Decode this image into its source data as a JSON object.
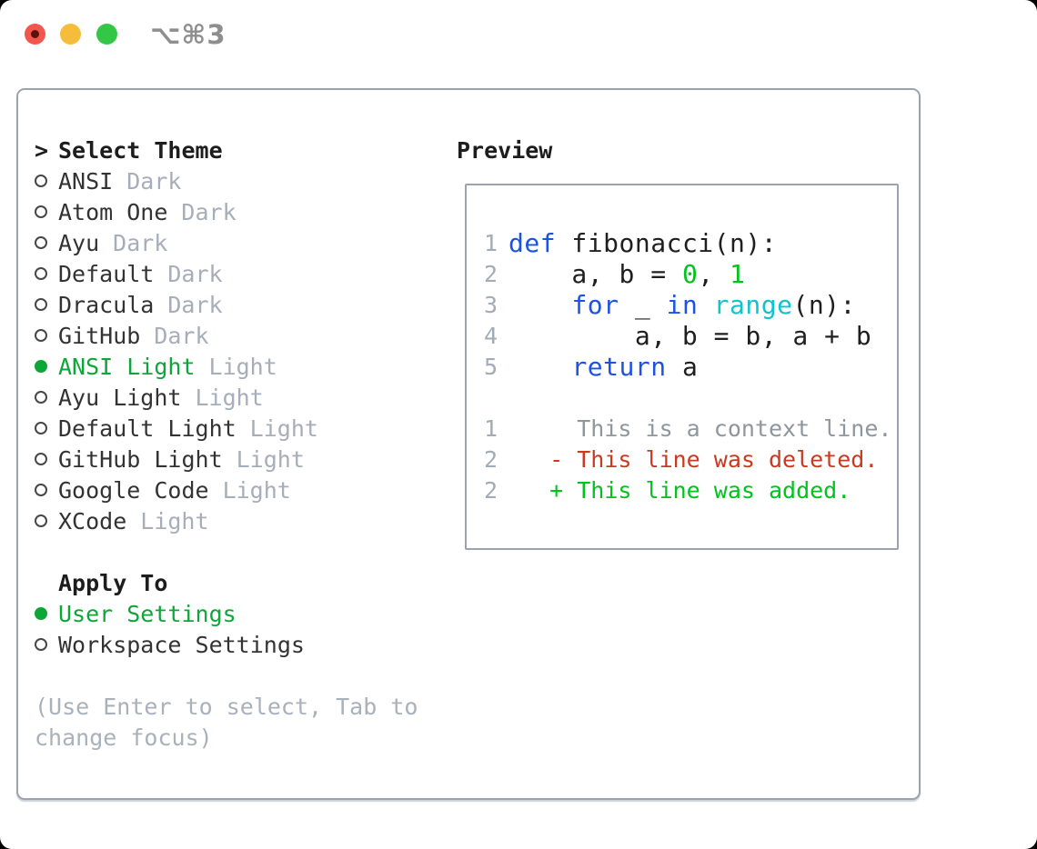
{
  "window": {
    "shortcut": "⌥⌘3",
    "controls": [
      "close",
      "minimize",
      "zoom"
    ]
  },
  "theme_panel": {
    "header": {
      "marker": ">",
      "label": "Select Theme"
    },
    "items": [
      {
        "name": "ANSI",
        "variant": "Dark",
        "selected": false
      },
      {
        "name": "Atom One",
        "variant": "Dark",
        "selected": false
      },
      {
        "name": "Ayu",
        "variant": "Dark",
        "selected": false
      },
      {
        "name": "Default",
        "variant": "Dark",
        "selected": false
      },
      {
        "name": "Dracula",
        "variant": "Dark",
        "selected": false
      },
      {
        "name": "GitHub",
        "variant": "Dark",
        "selected": false
      },
      {
        "name": "ANSI Light",
        "variant": "Light",
        "selected": true
      },
      {
        "name": "Ayu Light",
        "variant": "Light",
        "selected": false
      },
      {
        "name": "Default Light",
        "variant": "Light",
        "selected": false
      },
      {
        "name": "GitHub Light",
        "variant": "Light",
        "selected": false
      },
      {
        "name": "Google Code",
        "variant": "Light",
        "selected": false
      },
      {
        "name": "XCode",
        "variant": "Light",
        "selected": false
      }
    ],
    "apply_to": {
      "label": "Apply To",
      "options": [
        {
          "label": "User Settings",
          "selected": true
        },
        {
          "label": "Workspace Settings",
          "selected": false
        }
      ]
    },
    "help": {
      "line1": "(Use Enter to select, Tab to",
      "line2": "change focus)"
    }
  },
  "preview_panel": {
    "label": "Preview",
    "code": [
      {
        "num": "1",
        "tokens": [
          {
            "t": "def",
            "c": "kw"
          },
          {
            "t": " fibonacci(n):",
            "c": "pl"
          }
        ]
      },
      {
        "num": "2",
        "tokens": [
          {
            "t": "    a, b = ",
            "c": "pl"
          },
          {
            "t": "0",
            "c": "nu"
          },
          {
            "t": ", ",
            "c": "pl"
          },
          {
            "t": "1",
            "c": "nu"
          }
        ]
      },
      {
        "num": "3",
        "tokens": [
          {
            "t": "    ",
            "c": "pl"
          },
          {
            "t": "for",
            "c": "kw"
          },
          {
            "t": " _ ",
            "c": "pl"
          },
          {
            "t": "in",
            "c": "kw"
          },
          {
            "t": " ",
            "c": "pl"
          },
          {
            "t": "range",
            "c": "fn"
          },
          {
            "t": "(n):",
            "c": "pl"
          }
        ]
      },
      {
        "num": "4",
        "tokens": [
          {
            "t": "        a, b = b, a + b",
            "c": "pl"
          }
        ]
      },
      {
        "num": "5",
        "tokens": [
          {
            "t": "    ",
            "c": "pl"
          },
          {
            "t": "return",
            "c": "kw"
          },
          {
            "t": " a",
            "c": "pl"
          }
        ]
      }
    ],
    "diff": [
      {
        "num": "1",
        "kind": "context",
        "text": "     This is a context line."
      },
      {
        "num": "2",
        "kind": "deleted",
        "text": "   - This line was deleted."
      },
      {
        "num": "2",
        "kind": "added",
        "text": "   + This line was added."
      }
    ]
  },
  "colors": {
    "selection_green": "#0da639",
    "added_green": "#02c21d",
    "deleted_red": "#c93a20",
    "keyword_blue": "#1d53e4",
    "builtin_cyan": "#12c3cd",
    "muted_gray": "#a6aeb9",
    "border_gray": "#9ba3af",
    "traffic_red": "#f2564d",
    "traffic_yellow": "#f6bd3a",
    "traffic_green": "#33c748"
  }
}
